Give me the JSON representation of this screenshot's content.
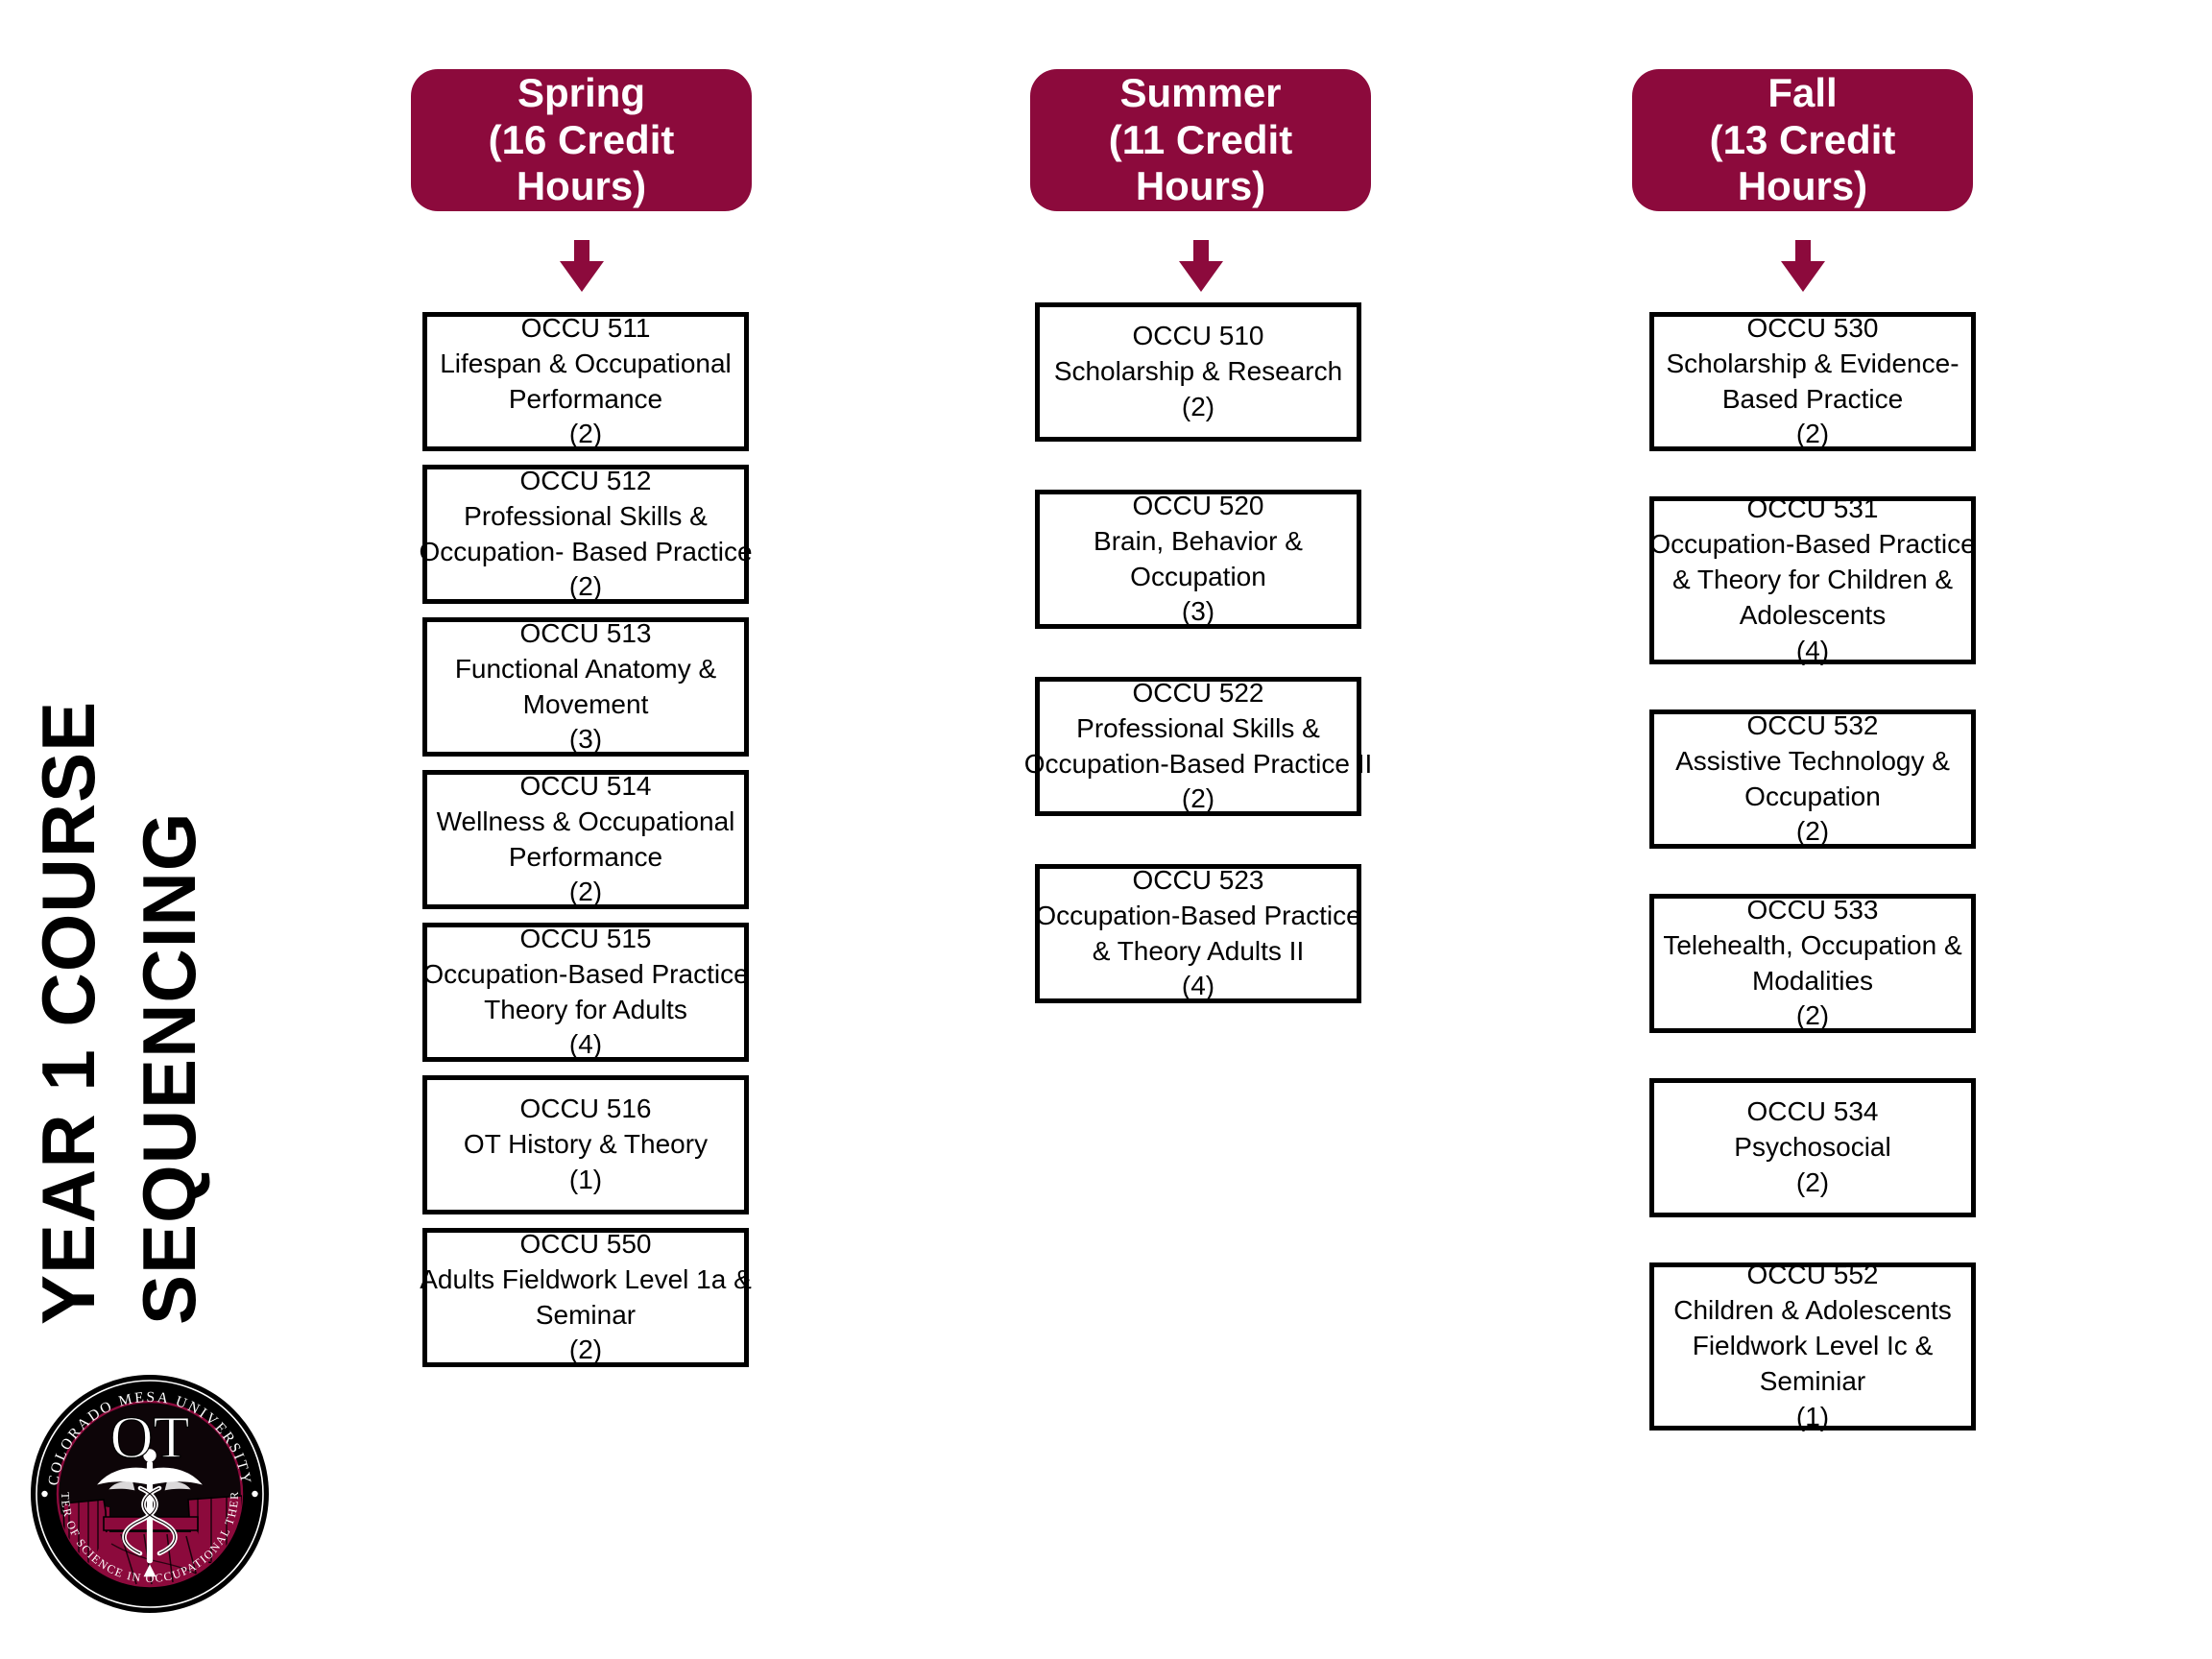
{
  "page": {
    "title_line_1": "YEAR 1 COURSE",
    "title_line_2": "SEQUENCING",
    "accent_color": "#8C0A3C",
    "box_border_color": "#000000",
    "background_color": "#FFFFFF",
    "text_color": "#000000"
  },
  "logo": {
    "center_text": "OT",
    "arc_top_text": "COLORADO MESA UNIVERSITY",
    "arc_bottom_text": "MASTER OF SCIENCE IN OCCUPATIONAL THERAPY",
    "emblem": "caduceus-over-mesa",
    "ring_color": "#000000",
    "field_color": "#8C0A3C"
  },
  "columns": [
    {
      "id": "spring",
      "season": "Spring",
      "credits_label": "(16 Credit Hours)",
      "credit_hours": 16,
      "arrow": "down-arrow",
      "courses": [
        {
          "code": "OCCU 511",
          "title_lines": [
            "Lifespan & Occupational",
            "Performance"
          ],
          "credits_label": "(2)",
          "credits": 2
        },
        {
          "code": "OCCU 512",
          "title_lines": [
            "Professional Skills &",
            "Occupation- Based Practice"
          ],
          "credits_label": "(2)",
          "credits": 2
        },
        {
          "code": "OCCU 513",
          "title_lines": [
            "Functional Anatomy &",
            "Movement"
          ],
          "credits_label": "(3)",
          "credits": 3
        },
        {
          "code": "OCCU 514",
          "title_lines": [
            "Wellness & Occupational",
            "Performance"
          ],
          "credits_label": "(2)",
          "credits": 2
        },
        {
          "code": "OCCU 515",
          "title_lines": [
            "Occupation-Based Practice",
            "Theory for Adults"
          ],
          "credits_label": "(4)",
          "credits": 4
        },
        {
          "code": "OCCU 516",
          "title_lines": [
            "OT History & Theory"
          ],
          "credits_label": "(1)",
          "credits": 1
        },
        {
          "code": "OCCU 550",
          "title_lines": [
            "Adults Fieldwork Level 1a &",
            "Seminar"
          ],
          "credits_label": "(2)",
          "credits": 2
        }
      ]
    },
    {
      "id": "summer",
      "season": "Summer",
      "credits_label": "(11 Credit Hours)",
      "credit_hours": 11,
      "arrow": "down-arrow",
      "courses": [
        {
          "code": "OCCU 510",
          "title_lines": [
            "Scholarship & Research"
          ],
          "credits_label": "(2)",
          "credits": 2
        },
        {
          "code": "OCCU 520",
          "title_lines": [
            "Brain, Behavior &",
            "Occupation"
          ],
          "credits_label": "(3)",
          "credits": 3
        },
        {
          "code": "OCCU 522",
          "title_lines": [
            "Professional Skills &",
            "Occupation-Based Practice II"
          ],
          "credits_label": "(2)",
          "credits": 2
        },
        {
          "code": "OCCU 523",
          "title_lines": [
            "Occupation-Based Practice",
            "& Theory Adults II"
          ],
          "credits_label": "(4)",
          "credits": 4
        }
      ]
    },
    {
      "id": "fall",
      "season": "Fall",
      "credits_label": "(13 Credit Hours)",
      "credit_hours": 13,
      "arrow": "down-arrow",
      "courses": [
        {
          "code": "OCCU 530",
          "title_lines": [
            "Scholarship & Evidence-",
            "Based Practice"
          ],
          "credits_label": "(2)",
          "credits": 2
        },
        {
          "code": "OCCU 531",
          "title_lines": [
            "Occupation-Based Practice",
            "& Theory for Children &",
            "Adolescents"
          ],
          "credits_label": "(4)",
          "credits": 4
        },
        {
          "code": "OCCU 532",
          "title_lines": [
            "Assistive Technology &",
            "Occupation"
          ],
          "credits_label": "(2)",
          "credits": 2
        },
        {
          "code": "OCCU 533",
          "title_lines": [
            "Telehealth, Occupation &",
            "Modalities"
          ],
          "credits_label": "(2)",
          "credits": 2
        },
        {
          "code": "OCCU 534",
          "title_lines": [
            "Psychosocial"
          ],
          "credits_label": "(2)",
          "credits": 2
        },
        {
          "code": "OCCU 552",
          "title_lines": [
            "Children & Adolescents",
            "Fieldwork Level Ic &",
            "Seminiar"
          ],
          "credits_label": "(1)",
          "credits": 1
        }
      ]
    }
  ]
}
